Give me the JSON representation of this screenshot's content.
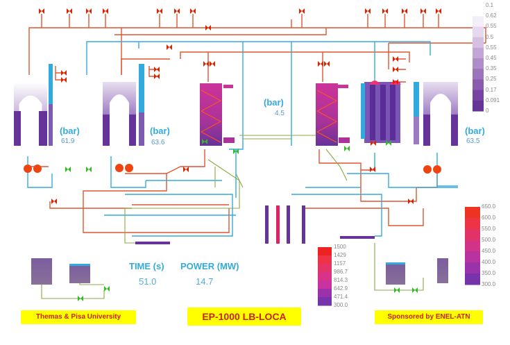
{
  "title": "EP-1000  LB-LOCA",
  "credit_left": "Themas & Pisa University",
  "credit_right": "Sponsored by ENEL-ATN",
  "time": {
    "label": "TIME (s)",
    "value": "51.0"
  },
  "power": {
    "label": "POWER (MW)",
    "value": "14.7"
  },
  "pressures": [
    {
      "unit": "(bar)",
      "value": "61.9"
    },
    {
      "unit": "(bar)",
      "value": "63.6"
    },
    {
      "unit": "(bar)",
      "value": "4.5"
    },
    {
      "unit": "(bar)",
      "value": "63.5"
    }
  ],
  "void_scale": {
    "ticks": [
      "0.1",
      "0.62",
      "0.55",
      "0.5",
      "0.55",
      "0.45",
      "0.35",
      "0.25",
      "0.17",
      "0.091",
      "0"
    ],
    "colors": [
      "#ffffff",
      "#f4eef8",
      "#e6d8ee",
      "#d6c0e2",
      "#c4a6d6",
      "#b08cc8",
      "#9c74bc",
      "#8a5cb0",
      "#7844a4",
      "#663399"
    ]
  },
  "temp_scale_top": {
    "ticks": [
      "1500",
      "1429",
      "1157",
      "986.7",
      "814.3",
      "642.9",
      "471.4",
      "300.0"
    ],
    "colors": [
      "#ee2222",
      "#ee3344",
      "#e43366",
      "#d83388",
      "#c833a0",
      "#9a33aa",
      "#7733aa"
    ]
  },
  "temp_scale_right": {
    "ticks": [
      "650.0",
      "600.0",
      "550.0",
      "500.0",
      "450.0",
      "400.0",
      "350.0",
      "300.0"
    ],
    "colors": [
      "#ee3322",
      "#ee3344",
      "#e23366",
      "#d23388",
      "#b833a0",
      "#9933aa",
      "#7733aa"
    ]
  },
  "colors": {
    "steam_line": "#e05530",
    "water_line": "#33aadd",
    "aux_line": "#88aa44",
    "valve_red": "#dd2200",
    "valve_green": "#33bb22",
    "vessel_purple": "#663399",
    "banner_bg": "#ffff00",
    "banner_text": "#cc2200"
  }
}
